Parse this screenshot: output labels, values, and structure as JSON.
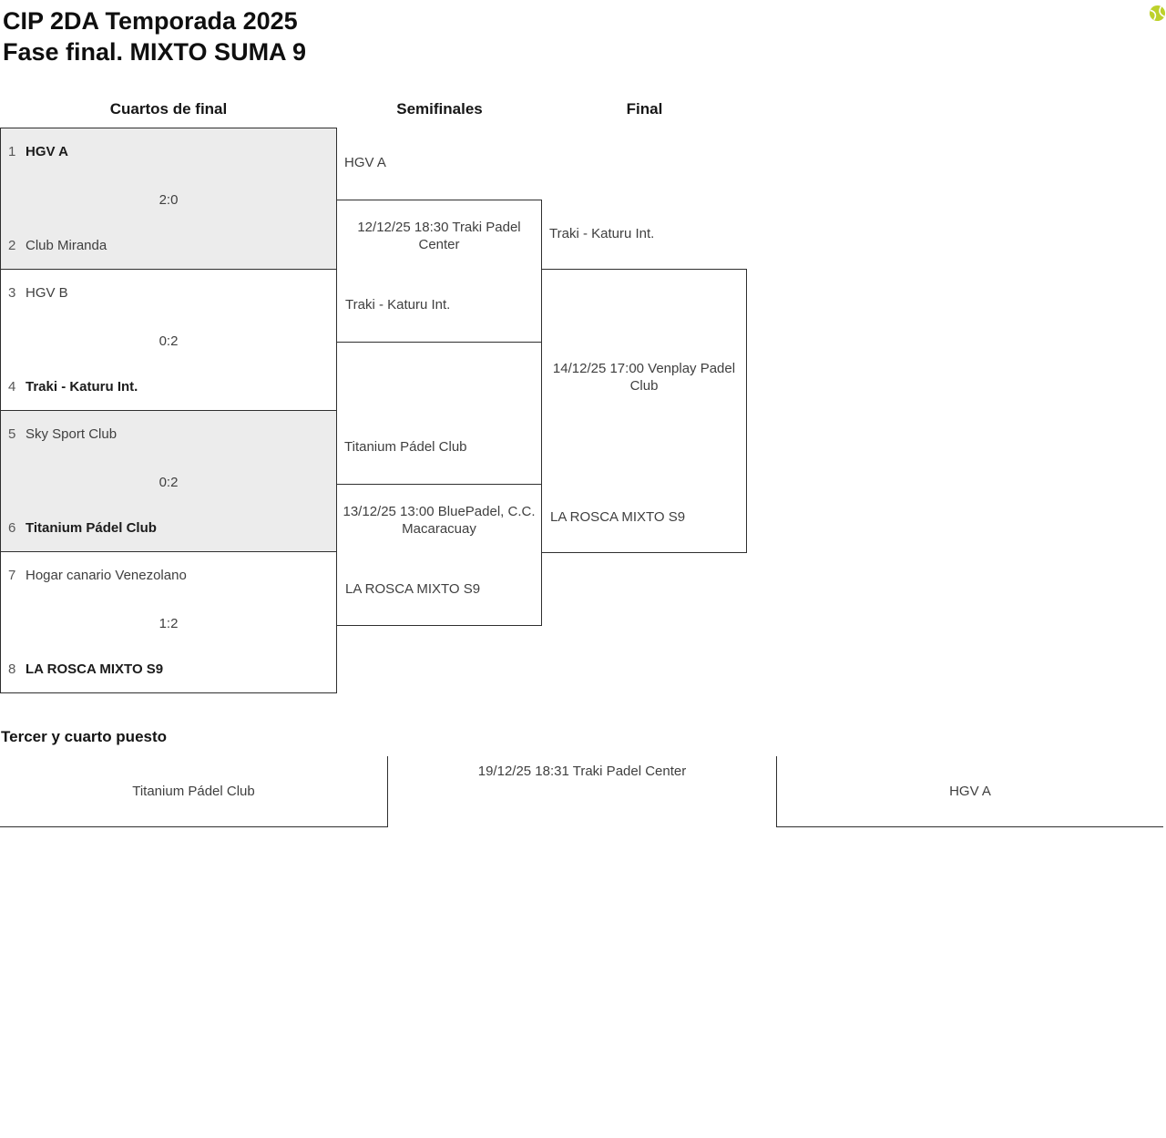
{
  "colors": {
    "ball": "#bdd12b",
    "shaded_box": "#ececec",
    "border": "#2f2f2f"
  },
  "header": {
    "title_line1": "CIP 2DA Temporada 2025",
    "title_line2": "Fase final. MIXTO SUMA 9"
  },
  "columns": [
    {
      "label": "Cuartos de final"
    },
    {
      "label": "Semifinales"
    },
    {
      "label": "Final"
    }
  ],
  "quarterfinals": [
    {
      "seed1": "1",
      "team1": "HGV A",
      "score": "2:0",
      "seed2": "2",
      "team2": "Club Miranda",
      "winner": "team1"
    },
    {
      "seed1": "3",
      "team1": "HGV B",
      "score": "0:2",
      "seed2": "4",
      "team2": "Traki - Katuru Int.",
      "winner": "team2"
    },
    {
      "seed1": "5",
      "team1": "Sky Sport Club",
      "score": "0:2",
      "seed2": "6",
      "team2": "Titanium Pádel Club",
      "winner": "team2"
    },
    {
      "seed1": "7",
      "team1": "Hogar canario Venezolano",
      "score": "1:2",
      "seed2": "8",
      "team2": "LA ROSCA MIXTO S9",
      "winner": "team2"
    }
  ],
  "semifinals": [
    {
      "team1": "HGV A",
      "schedule": "12/12/25 18:30 Traki Padel Center",
      "team2": "Traki - Katuru Int."
    },
    {
      "team1": "Titanium Pádel Club",
      "schedule": "13/12/25 13:00 BluePadel, C.C. Macaracuay",
      "team2": "LA ROSCA MIXTO S9"
    }
  ],
  "final": {
    "team1": "Traki - Katuru Int.",
    "schedule": "14/12/25 17:00 Venplay Padel Club",
    "team2": "LA ROSCA MIXTO S9"
  },
  "third_place": {
    "heading": "Tercer y cuarto puesto",
    "team1": "Titanium Pádel Club",
    "schedule": "19/12/25 18:31 Traki Padel Center",
    "team2": "HGV A"
  }
}
